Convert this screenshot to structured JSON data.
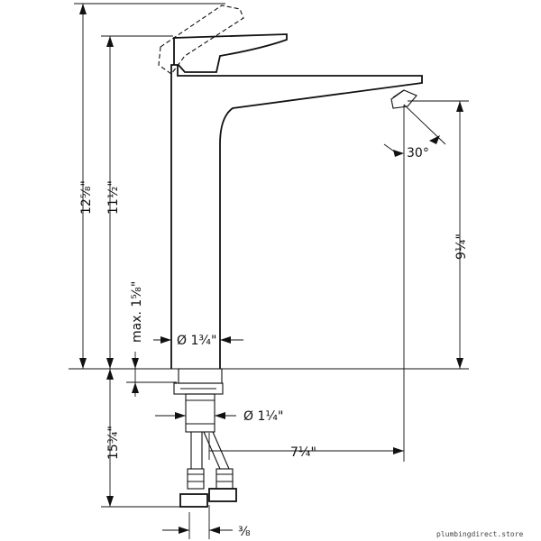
{
  "dimensions": {
    "total_height": "12⅝\"",
    "body_height": "11½\"",
    "max_height": "max. 1⅝\"",
    "body_diameter": "Ø 1¾\"",
    "spout_height": "9¼\"",
    "spout_angle": "30°",
    "below_deck": "15¾\"",
    "shank_diameter": "Ø 1¼\"",
    "spout_reach": "7¼\"",
    "hose_thread": "⅜"
  },
  "watermark": "plumbingdirect.store"
}
